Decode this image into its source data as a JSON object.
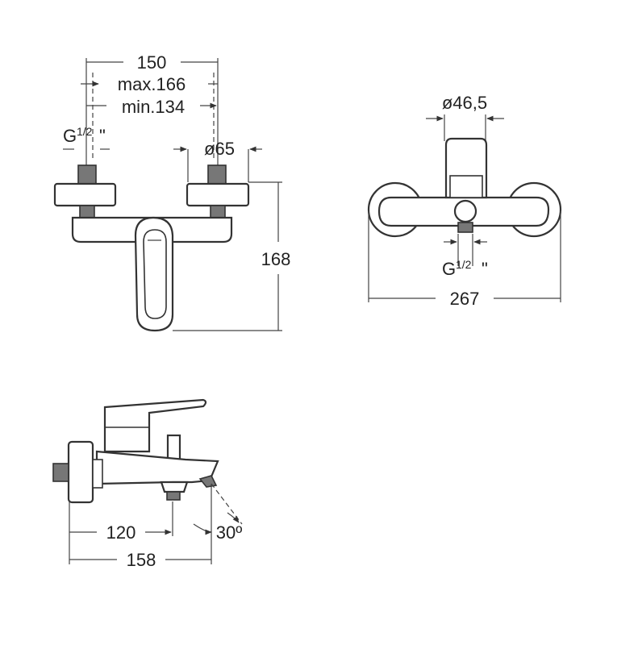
{
  "front_view": {
    "width_label": "150",
    "max_label": "max.166",
    "min_label": "min.134",
    "thread_label_main": "G",
    "thread_label_frac": "1/2",
    "thread_label_suffix": "\"",
    "diameter_label": "ø65",
    "height_label": "168"
  },
  "top_view": {
    "diameter_label": "ø46,5",
    "thread_label_main": "G",
    "thread_label_frac": "1/2",
    "thread_label_suffix": "\"",
    "width_label": "267"
  },
  "side_view": {
    "spout_label": "120",
    "depth_label": "158",
    "angle_label": "30º"
  }
}
